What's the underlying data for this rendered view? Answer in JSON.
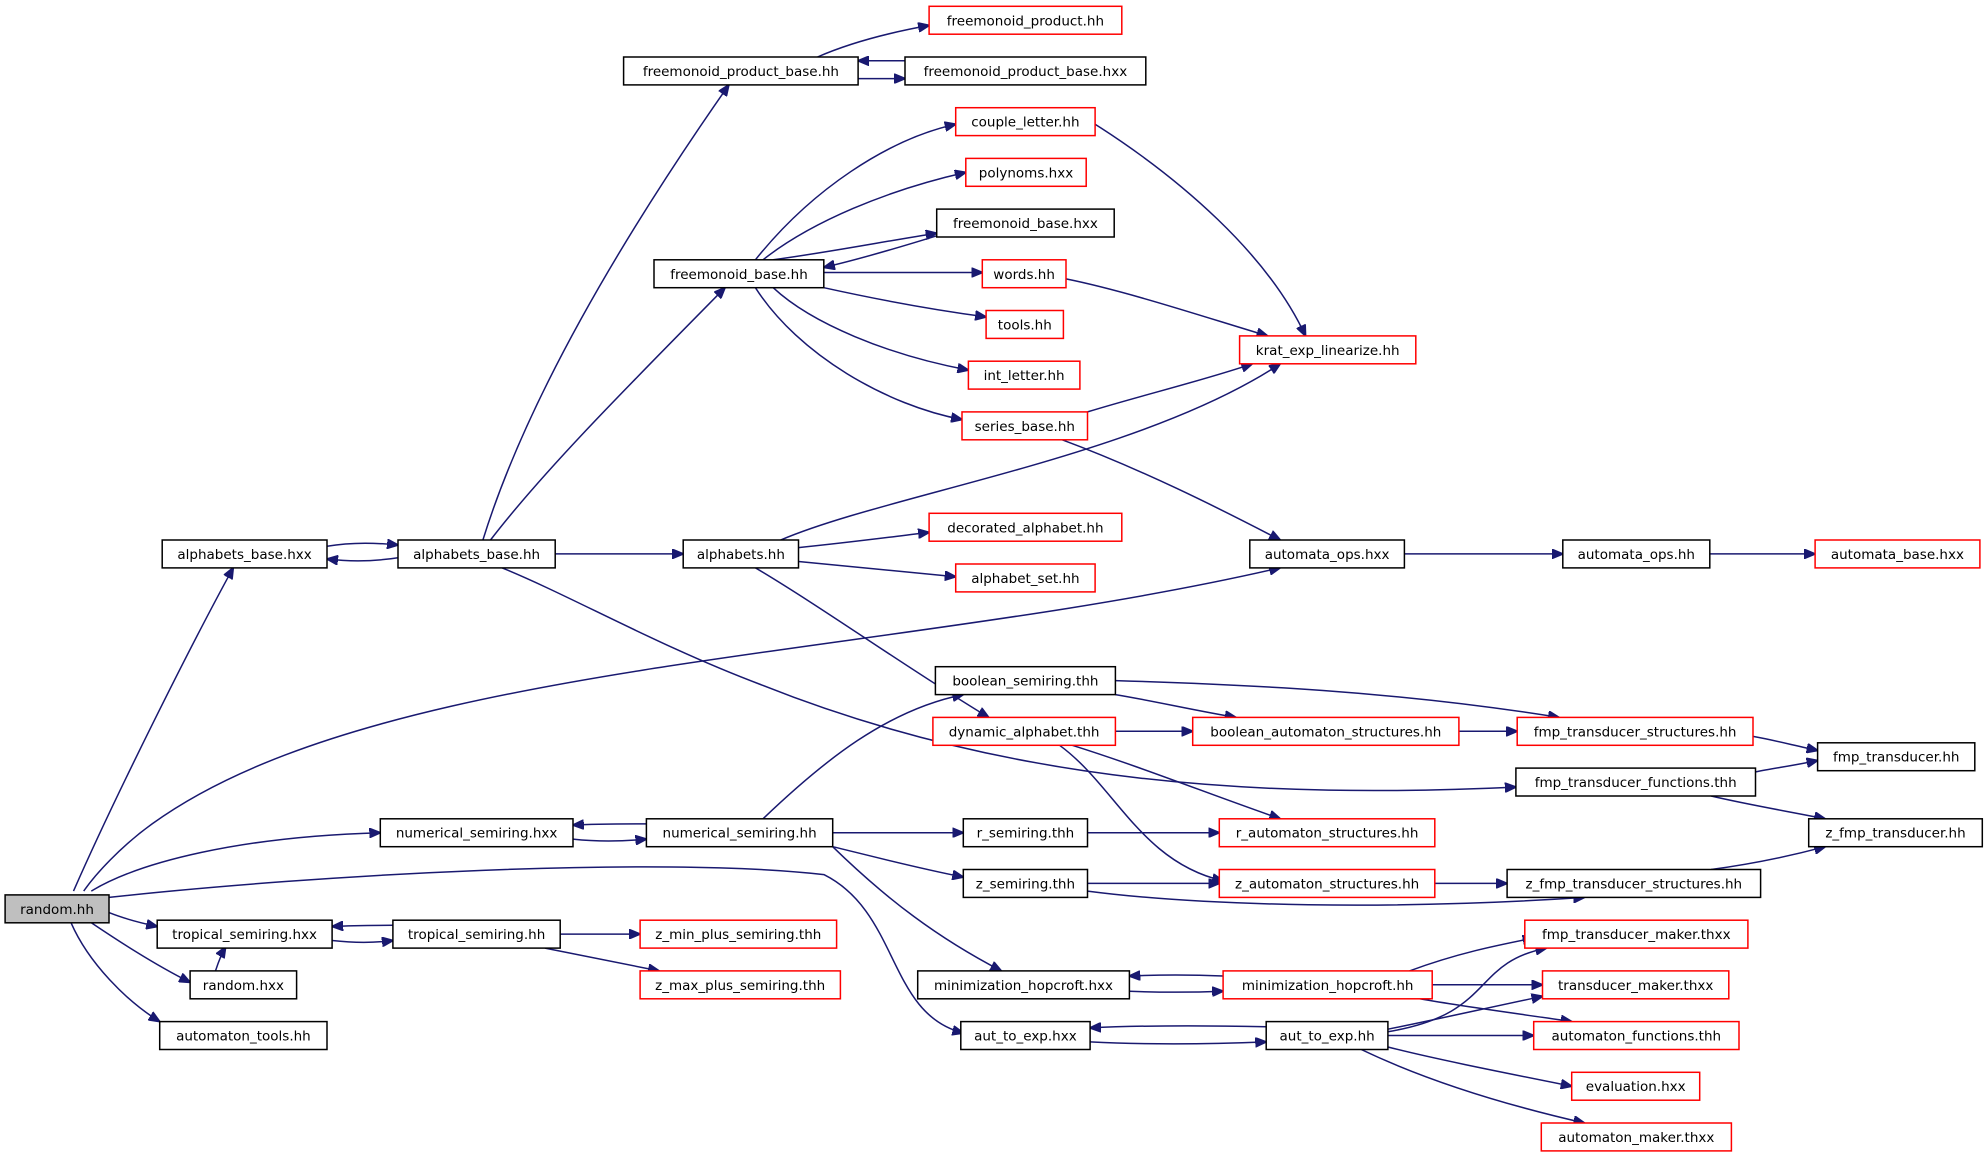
{
  "colors": {
    "edge": "#191970",
    "red_border": "#ff0000",
    "black_border": "#000000",
    "root_fill": "#bfbfbf"
  },
  "nodes": [
    {
      "id": "random_hh",
      "label": "random.hh",
      "color": "root"
    },
    {
      "id": "alphabets_base_hxx",
      "label": "alphabets_base.hxx",
      "color": "black"
    },
    {
      "id": "alphabets_base_hh",
      "label": "alphabets_base.hh",
      "color": "black"
    },
    {
      "id": "freemonoid_product_base_hh",
      "label": "freemonoid_product_base.hh",
      "color": "black"
    },
    {
      "id": "freemonoid_product_hh",
      "label": "freemonoid_product.hh",
      "color": "red"
    },
    {
      "id": "freemonoid_product_base_hxx",
      "label": "freemonoid_product_base.hxx",
      "color": "black"
    },
    {
      "id": "couple_letter_hh",
      "label": "couple_letter.hh",
      "color": "red"
    },
    {
      "id": "polynoms_hxx",
      "label": "polynoms.hxx",
      "color": "red"
    },
    {
      "id": "freemonoid_base_hxx",
      "label": "freemonoid_base.hxx",
      "color": "black"
    },
    {
      "id": "freemonoid_base_hh",
      "label": "freemonoid_base.hh",
      "color": "black"
    },
    {
      "id": "words_hh",
      "label": "words.hh",
      "color": "red"
    },
    {
      "id": "tools_hh",
      "label": "tools.hh",
      "color": "red"
    },
    {
      "id": "krat_exp_linearize_hh",
      "label": "krat_exp_linearize.hh",
      "color": "red"
    },
    {
      "id": "int_letter_hh",
      "label": "int_letter.hh",
      "color": "red"
    },
    {
      "id": "series_base_hh",
      "label": "series_base.hh",
      "color": "red"
    },
    {
      "id": "alphabets_hh",
      "label": "alphabets.hh",
      "color": "black"
    },
    {
      "id": "decorated_alphabet_hh",
      "label": "decorated_alphabet.hh",
      "color": "red"
    },
    {
      "id": "alphabet_set_hh",
      "label": "alphabet_set.hh",
      "color": "red"
    },
    {
      "id": "automata_ops_hxx",
      "label": "automata_ops.hxx",
      "color": "black"
    },
    {
      "id": "automata_ops_hh",
      "label": "automata_ops.hh",
      "color": "black"
    },
    {
      "id": "automata_base_hxx",
      "label": "automata_base.hxx",
      "color": "red"
    },
    {
      "id": "boolean_semiring_thh",
      "label": "boolean_semiring.thh",
      "color": "black"
    },
    {
      "id": "dynamic_alphabet_thh",
      "label": "dynamic_alphabet.thh",
      "color": "red"
    },
    {
      "id": "boolean_automaton_structures_hh",
      "label": "boolean_automaton_structures.hh",
      "color": "red"
    },
    {
      "id": "fmp_transducer_structures_hh",
      "label": "fmp_transducer_structures.hh",
      "color": "red"
    },
    {
      "id": "fmp_transducer_hh",
      "label": "fmp_transducer.hh",
      "color": "black"
    },
    {
      "id": "fmp_transducer_functions_thh",
      "label": "fmp_transducer_functions.thh",
      "color": "black"
    },
    {
      "id": "numerical_semiring_hxx",
      "label": "numerical_semiring.hxx",
      "color": "black"
    },
    {
      "id": "numerical_semiring_hh",
      "label": "numerical_semiring.hh",
      "color": "black"
    },
    {
      "id": "r_semiring_thh",
      "label": "r_semiring.thh",
      "color": "black"
    },
    {
      "id": "r_automaton_structures_hh",
      "label": "r_automaton_structures.hh",
      "color": "red"
    },
    {
      "id": "z_fmp_transducer_hh",
      "label": "z_fmp_transducer.hh",
      "color": "black"
    },
    {
      "id": "z_semiring_thh",
      "label": "z_semiring.thh",
      "color": "black"
    },
    {
      "id": "z_automaton_structures_hh",
      "label": "z_automaton_structures.hh",
      "color": "red"
    },
    {
      "id": "z_fmp_transducer_structures_hh",
      "label": "z_fmp_transducer_structures.hh",
      "color": "black"
    },
    {
      "id": "tropical_semiring_hxx",
      "label": "tropical_semiring.hxx",
      "color": "black"
    },
    {
      "id": "tropical_semiring_hh",
      "label": "tropical_semiring.hh",
      "color": "black"
    },
    {
      "id": "z_min_plus_semiring_thh",
      "label": "z_min_plus_semiring.thh",
      "color": "red"
    },
    {
      "id": "z_max_plus_semiring_thh",
      "label": "z_max_plus_semiring.thh",
      "color": "red"
    },
    {
      "id": "random_hxx",
      "label": "random.hxx",
      "color": "black"
    },
    {
      "id": "automaton_tools_hh",
      "label": "automaton_tools.hh",
      "color": "black"
    },
    {
      "id": "minimization_hopcroft_hxx",
      "label": "minimization_hopcroft.hxx",
      "color": "black"
    },
    {
      "id": "minimization_hopcroft_hh",
      "label": "minimization_hopcroft.hh",
      "color": "red"
    },
    {
      "id": "fmp_transducer_maker_thxx",
      "label": "fmp_transducer_maker.thxx",
      "color": "red"
    },
    {
      "id": "transducer_maker_thxx",
      "label": "transducer_maker.thxx",
      "color": "red"
    },
    {
      "id": "aut_to_exp_hxx",
      "label": "aut_to_exp.hxx",
      "color": "black"
    },
    {
      "id": "aut_to_exp_hh",
      "label": "aut_to_exp.hh",
      "color": "black"
    },
    {
      "id": "automaton_functions_thh",
      "label": "automaton_functions.thh",
      "color": "red"
    },
    {
      "id": "evaluation_hxx",
      "label": "evaluation.hxx",
      "color": "red"
    },
    {
      "id": "automaton_maker_thxx",
      "label": "automaton_maker.thxx",
      "color": "red"
    }
  ]
}
